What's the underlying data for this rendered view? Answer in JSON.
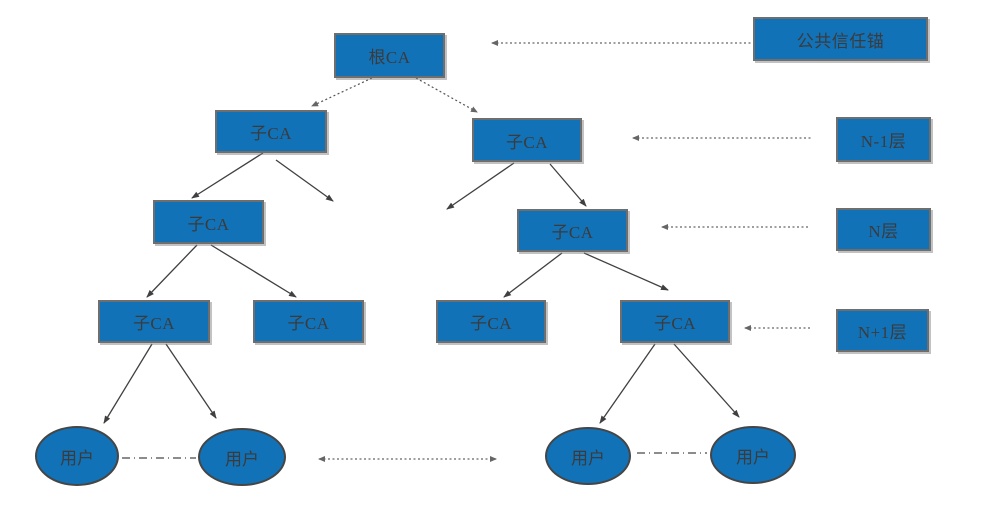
{
  "diagram": {
    "type": "ca-trust-hierarchy-tree",
    "colors": {
      "node_fill": "#1272B8",
      "node_border": "#6E6E6E",
      "ellipse_border": "#454545",
      "solid_arrow": "#404040",
      "dotted_line": "#666666",
      "dash_dot_line": "#8C8C8C",
      "text": "#3B3B3B",
      "background": "#FFFFFF"
    },
    "nodes": {
      "root_ca": {
        "label": "根CA",
        "shape": "box"
      },
      "trust_anchor": {
        "label": "公共信任锚",
        "shape": "box"
      },
      "layer_n_minus_1": {
        "label": "N-1层",
        "shape": "box"
      },
      "layer_n": {
        "label": "N层",
        "shape": "box"
      },
      "layer_n_plus_1": {
        "label": "N+1层",
        "shape": "box"
      },
      "sub_ca_l2_left": {
        "label": "子CA",
        "shape": "box"
      },
      "sub_ca_l2_right": {
        "label": "子CA",
        "shape": "box"
      },
      "sub_ca_l3_left": {
        "label": "子CA",
        "shape": "box"
      },
      "sub_ca_l3_right": {
        "label": "子CA",
        "shape": "box"
      },
      "sub_ca_l4_1": {
        "label": "子CA",
        "shape": "box"
      },
      "sub_ca_l4_2": {
        "label": "子CA",
        "shape": "box"
      },
      "sub_ca_l4_3": {
        "label": "子CA",
        "shape": "box"
      },
      "sub_ca_l4_4": {
        "label": "子CA",
        "shape": "box"
      },
      "user_1": {
        "label": "用户",
        "shape": "ellipse"
      },
      "user_2": {
        "label": "用户",
        "shape": "ellipse"
      },
      "user_3": {
        "label": "用户",
        "shape": "ellipse"
      },
      "user_4": {
        "label": "用户",
        "shape": "ellipse"
      }
    },
    "edges": [
      {
        "from": "root_ca",
        "to": "sub_ca_l2_left",
        "style": "dotted-arrow"
      },
      {
        "from": "root_ca",
        "to": "sub_ca_l2_right",
        "style": "dotted-arrow"
      },
      {
        "from": "trust_anchor",
        "to": "root_ca",
        "style": "dotted-annotation"
      },
      {
        "from": "layer_n_minus_1",
        "to": "sub_ca_l2_right",
        "style": "dotted-annotation"
      },
      {
        "from": "layer_n",
        "to": "sub_ca_l3_right",
        "style": "dotted-annotation"
      },
      {
        "from": "layer_n_plus_1",
        "to": "sub_ca_l4_4",
        "style": "dotted-annotation"
      },
      {
        "from": "sub_ca_l2_left",
        "to": "sub_ca_l3_left",
        "style": "solid-arrow"
      },
      {
        "from": "sub_ca_l2_left",
        "to": "none",
        "style": "solid-arrow"
      },
      {
        "from": "sub_ca_l2_right",
        "to": "none",
        "style": "solid-arrow"
      },
      {
        "from": "sub_ca_l2_right",
        "to": "sub_ca_l3_right",
        "style": "solid-arrow"
      },
      {
        "from": "sub_ca_l3_left",
        "to": "sub_ca_l4_1",
        "style": "solid-arrow"
      },
      {
        "from": "sub_ca_l3_left",
        "to": "sub_ca_l4_2",
        "style": "solid-arrow"
      },
      {
        "from": "sub_ca_l3_right",
        "to": "sub_ca_l4_3",
        "style": "solid-arrow"
      },
      {
        "from": "sub_ca_l3_right",
        "to": "sub_ca_l4_4",
        "style": "solid-arrow"
      },
      {
        "from": "sub_ca_l4_1",
        "to": "user_1",
        "style": "solid-arrow"
      },
      {
        "from": "sub_ca_l4_1",
        "to": "user_2",
        "style": "solid-arrow"
      },
      {
        "from": "sub_ca_l4_4",
        "to": "user_3",
        "style": "solid-arrow"
      },
      {
        "from": "sub_ca_l4_4",
        "to": "user_4",
        "style": "solid-arrow"
      },
      {
        "from": "user_1",
        "to": "user_2",
        "style": "dash-dot"
      },
      {
        "from": "user_3",
        "to": "user_4",
        "style": "dash-dot"
      },
      {
        "from": "user_2",
        "to": "user_3",
        "style": "dotted-double-arrow"
      }
    ]
  }
}
